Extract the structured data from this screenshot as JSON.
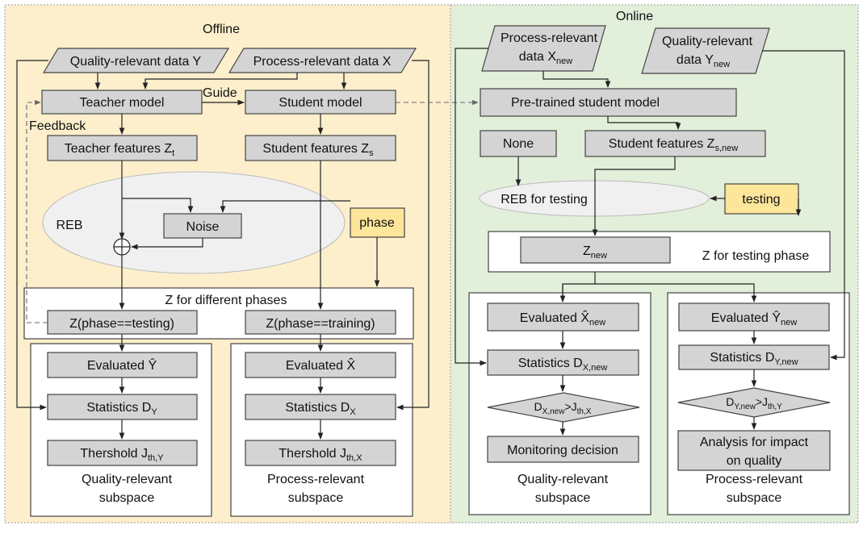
{
  "offline": {
    "title": "Offline",
    "quality_data": "Quality-relevant data Y",
    "process_data": "Process-relevant data X",
    "guide": "Guide",
    "feedback": "Feedback",
    "teacher_model": "Teacher model",
    "student_model": "Student model",
    "teacher_features": "Teacher features Z",
    "teacher_features_sub": "t",
    "student_features": "Student features Z",
    "student_features_sub": "s",
    "reb": "REB",
    "noise": "Noise",
    "phase": "phase",
    "z_phases": "Z for different phases",
    "z_testing": "Z(phase==testing)",
    "z_training": "Z(phase==training)",
    "eval_y": "Evaluated Ŷ",
    "eval_x": "Evaluated X̂",
    "stat_y": "Statistics D",
    "stat_y_sub": "Y",
    "stat_x": "Statistics D",
    "stat_x_sub": "X",
    "thr_y": "Thershold J",
    "thr_y_sub": "th,Y",
    "thr_x": "Thershold J",
    "thr_x_sub": "th,X",
    "quality_sub_1": "Quality-relevant",
    "quality_sub_2": "subspace",
    "process_sub_1": "Process-relevant",
    "process_sub_2": "subspace"
  },
  "online": {
    "title": "Online",
    "process_data_1": "Process-relevant",
    "process_data_2": "data X",
    "process_data_sub": "new",
    "quality_data_1": "Quality-relevant",
    "quality_data_2": "data Y",
    "quality_data_sub": "new",
    "pretrained": "Pre-trained student model",
    "none": "None",
    "student_features": "Student features Z",
    "student_features_sub": "s,new",
    "reb_testing": "REB for testing",
    "testing": "testing",
    "z_new": "Z",
    "z_new_sub": "new",
    "z_testing_phase": "Z for testing phase",
    "eval_x": "Evaluated X̂",
    "eval_x_sub": "new",
    "eval_y": "Evaluated Ŷ",
    "eval_y_sub": "new",
    "stat_x": "Statistics D",
    "stat_x_sub": "X,new",
    "stat_y": "Statistics D",
    "stat_y_sub": "Y,new",
    "cond_x_a": "D",
    "cond_x_a_sub": "X,new",
    "cond_x_b": ">J",
    "cond_x_b_sub": "th,X",
    "cond_y_a": "D",
    "cond_y_a_sub": "Y,new",
    "cond_y_b": ">J",
    "cond_y_b_sub": "th,Y",
    "monitoring": "Monitoring decision",
    "impact_1": "Analysis for impact",
    "impact_2": "on quality",
    "quality_sub_1": "Quality-relevant",
    "quality_sub_2": "subspace",
    "process_sub_1": "Process-relevant",
    "process_sub_2": "subspace"
  }
}
